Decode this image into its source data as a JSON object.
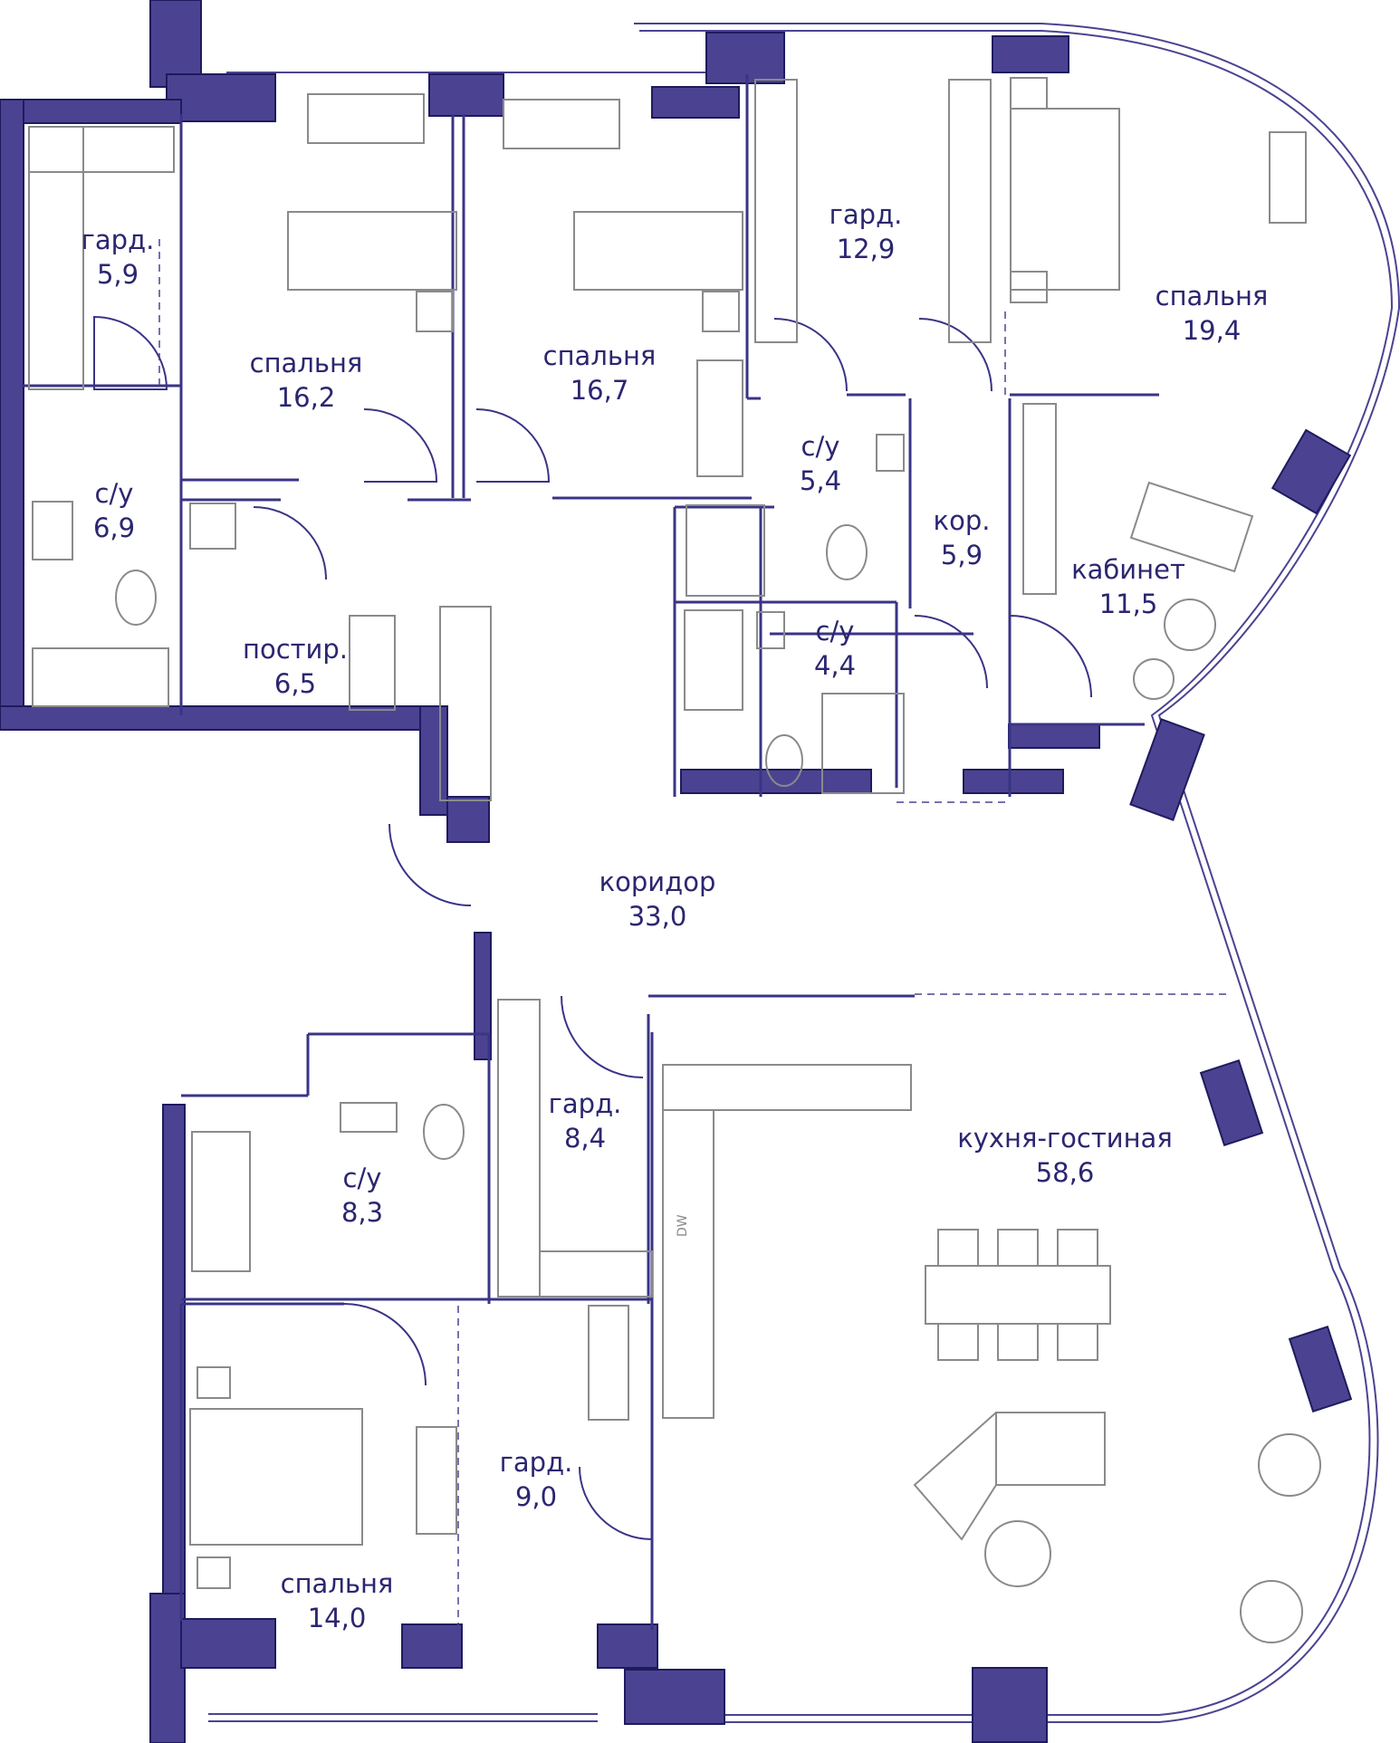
{
  "colors": {
    "wall": "#4b4391",
    "text": "#2b2670",
    "furniture": "#8a8a8a"
  },
  "rooms": [
    {
      "id": "wardrobe-1",
      "name": "гард.",
      "area": "5,9"
    },
    {
      "id": "bedroom-1",
      "name": "спальня",
      "area": "16,2"
    },
    {
      "id": "bedroom-2",
      "name": "спальня",
      "area": "16,7"
    },
    {
      "id": "wardrobe-2",
      "name": "гард.",
      "area": "12,9"
    },
    {
      "id": "bedroom-3",
      "name": "спальня",
      "area": "19,4"
    },
    {
      "id": "bathroom-1",
      "name": "с/у",
      "area": "6,9"
    },
    {
      "id": "laundry",
      "name": "постир.",
      "area": "6,5"
    },
    {
      "id": "bathroom-2",
      "name": "с/у",
      "area": "5,4"
    },
    {
      "id": "corridor-small",
      "name": "кор.",
      "area": "5,9"
    },
    {
      "id": "study",
      "name": "кабинет",
      "area": "11,5"
    },
    {
      "id": "bathroom-3",
      "name": "с/у",
      "area": "4,4"
    },
    {
      "id": "corridor",
      "name": "коридор",
      "area": "33,0"
    },
    {
      "id": "wardrobe-3",
      "name": "гард.",
      "area": "8,4"
    },
    {
      "id": "kitchen-living",
      "name": "кухня-гостиная",
      "area": "58,6"
    },
    {
      "id": "bathroom-4",
      "name": "с/у",
      "area": "8,3"
    },
    {
      "id": "wardrobe-4",
      "name": "гард.",
      "area": "9,0"
    },
    {
      "id": "bedroom-4",
      "name": "спальня",
      "area": "14,0"
    }
  ],
  "appliance_labels": {
    "dishwasher": "DW"
  }
}
